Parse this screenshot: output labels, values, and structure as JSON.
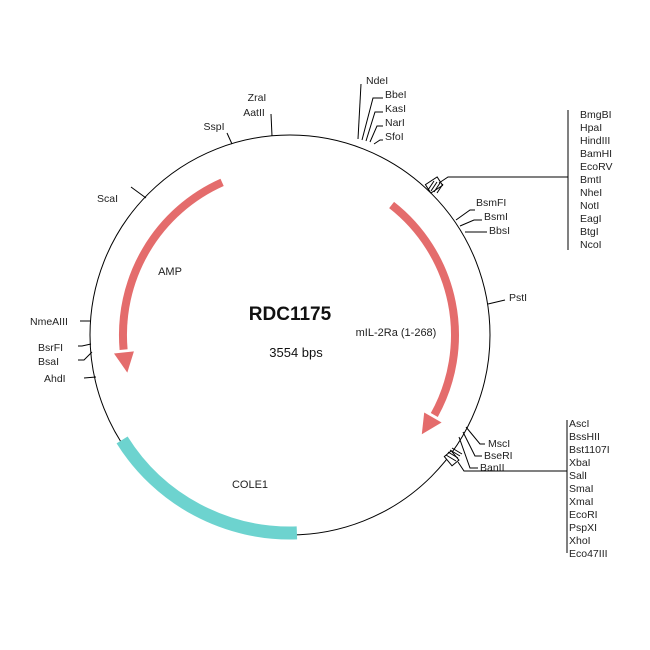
{
  "plasmid": {
    "name": "RDC1175",
    "size_text": "3554 bps"
  },
  "colors": {
    "arrow": "#e46c6c",
    "cole1": "#6dd3cf",
    "backbone": "#000000",
    "text": "#222222"
  },
  "features": [
    {
      "id": "amp",
      "label": "AMP",
      "type": "arrow",
      "color": "#e46c6c"
    },
    {
      "id": "insert",
      "label": "mIL-2Ra (1-268)",
      "type": "arrow",
      "color": "#e46c6c"
    },
    {
      "id": "cole1",
      "label": "COLE1",
      "type": "block",
      "color": "#6dd3cf"
    }
  ],
  "sites": {
    "single": [
      "SspI",
      "ScaI",
      "NmeAIII",
      "BsrFI",
      "BsaI",
      "AhdI",
      "PstI"
    ],
    "zra_group": [
      "ZraI",
      "AatII"
    ],
    "nde_group": [
      "NdeI",
      "BbeI",
      "KasI",
      "NarI",
      "SfoI"
    ],
    "bsm_group": [
      "BsmFI",
      "BsmI",
      "BbsI"
    ],
    "msc_group": [
      "MscI",
      "BseRI",
      "BanII"
    ],
    "mcs1": [
      "BmgBI",
      "HpaI",
      "HindIII",
      "BamHI",
      "EcoRV",
      "BmtI",
      "NheI",
      "NotI",
      "EagI",
      "BtgI",
      "NcoI"
    ],
    "mcs2": [
      "AscI",
      "BssHII",
      "Bst1107I",
      "XbaI",
      "SalI",
      "SmaI",
      "XmaI",
      "EcoRI",
      "PspXI",
      "XhoI",
      "Eco47III"
    ]
  }
}
